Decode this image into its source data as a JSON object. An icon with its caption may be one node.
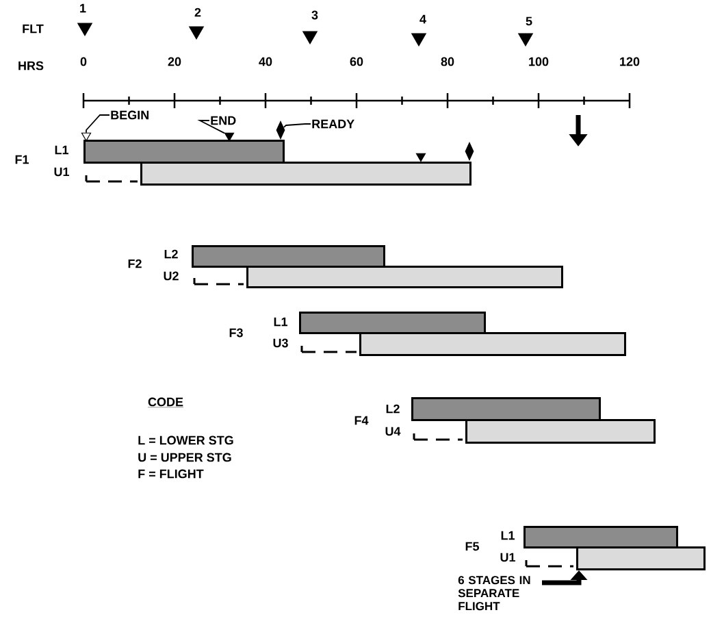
{
  "diagram": {
    "nodes": [
      {
        "text": [
          "BEGIN"
        ]
      },
      {
        "text": [
          "END"
        ]
      },
      {
        "text": [
          "READY"
        ]
      },
      {
        "text": [],
        "shape": "triangle"
      },
      {
        "text": [],
        "shape": "triangle"
      },
      {
        "text": [],
        "shape": "diamond"
      },
      {
        "text": [],
        "shape": "bar",
        "beside": [
          "L1"
        ]
      },
      {
        "text": [],
        "shape": "bar"
      },
      {
        "text": [],
        "shape": "bar",
        "beside": [
          "L2"
        ]
      },
      {
        "text": [],
        "shape": "bar"
      },
      {
        "text": [],
        "shape": "bar",
        "beside": [
          "L1"
        ]
      },
      {
        "text": [],
        "shape": "bar"
      },
      {
        "text": [],
        "shape": "bar",
        "beside": [
          "L2"
        ]
      },
      {
        "text": [],
        "shape": "bar"
      },
      {
        "text": [],
        "shape": "bar",
        "beside": [
          "L1"
        ]
      },
      {
        "text": [],
        "shape": "bar"
      },
      {
        "text": [
          "6 STAGES IN SEPARATE FLIGHT"
        ]
      },
      {
        "text": [],
        "shape": "triangle"
      },
      {
        "text": [],
        "shape": "diamond"
      }
    ],
    "edges": [
      {
        "from": 0,
        "to": 3,
        "arrow": "none"
      },
      {
        "from": 1,
        "to": 4,
        "arrow": "none"
      },
      {
        "from": 2,
        "to": 5,
        "arrow": "none"
      },
      {
        "from": 16,
        "to": 15,
        "arrow": "to",
        "style": "thick"
      }
    ],
    "labels": [
      "1",
      "2",
      "3",
      "4",
      "5",
      "FLT",
      "HRS",
      "0",
      "20",
      "40",
      "60",
      "80",
      "100",
      "120",
      "F1",
      "F2",
      "F3",
      "CODE",
      "F4",
      "L = LOWER STG",
      "U = UPPER STG",
      "F = FLIGHT",
      "F5",
      "U1",
      "U2",
      "U3",
      "U4",
      "U1"
    ]
  }
}
